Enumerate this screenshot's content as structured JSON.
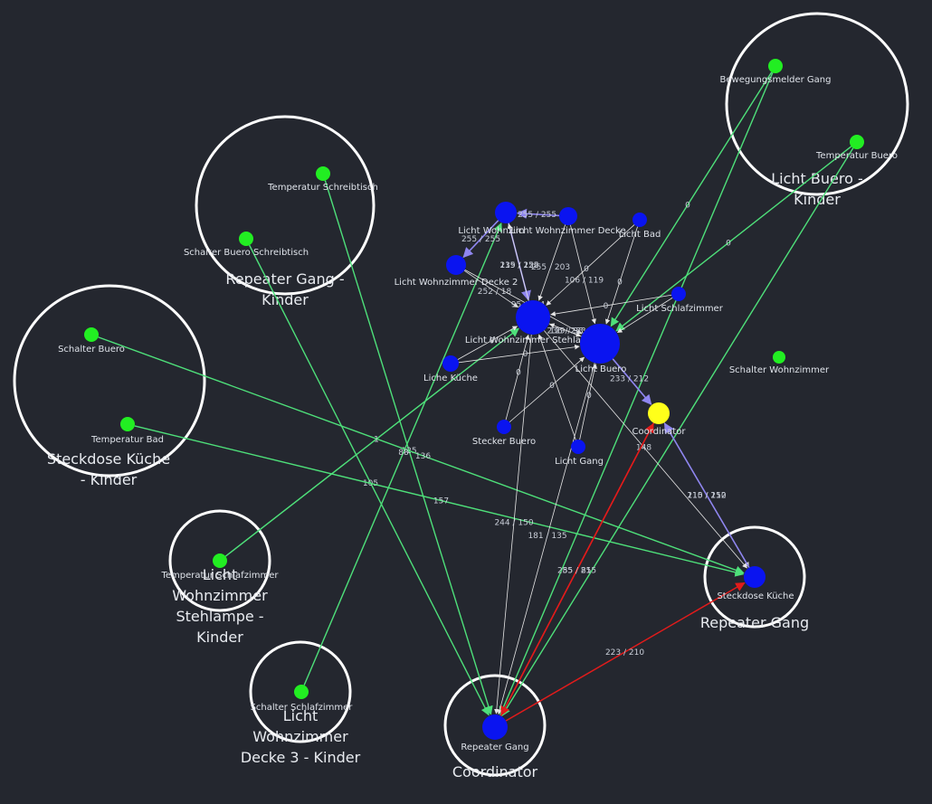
{
  "colors": {
    "background": "#24272f",
    "router": "#0a14f0",
    "end_device": "#22ee22",
    "coordinator": "#ffff1a",
    "edge_green": "#4ee07a",
    "edge_white": "#e6e6e6",
    "edge_purple": "#8f86f0",
    "edge_red": "#e21b1b",
    "group_ring": "#ffffff"
  },
  "groups": [
    {
      "id": "g-buero",
      "label": [
        "Licht Buero -",
        "Kinder"
      ]
    },
    {
      "id": "g-schreib",
      "label": [
        "Repeater Gang -",
        "Kinder"
      ]
    },
    {
      "id": "g-kueche",
      "label": [
        "Steckdose Küche",
        "- Kinder"
      ]
    },
    {
      "id": "g-stehlampe",
      "label": [
        "Licht",
        "Wohnzimmer",
        "Stehlampe -",
        "Kinder"
      ]
    },
    {
      "id": "g-decke3",
      "label": [
        "Licht",
        "Wohnzimmer",
        "Decke 3 - Kinder"
      ]
    },
    {
      "id": "g-coord",
      "label": [
        "Coordinator"
      ]
    },
    {
      "id": "g-repeater",
      "label": [
        "Repeater Gang"
      ]
    }
  ],
  "nodes": [
    {
      "id": "bewegung",
      "label": "Bewegungsmelder Gang",
      "type": "end_device"
    },
    {
      "id": "tempbuero",
      "label": "Temperatur Buero",
      "type": "end_device"
    },
    {
      "id": "tempschreib",
      "label": "Temperatur Schreibtisch",
      "type": "end_device"
    },
    {
      "id": "schaltschreib",
      "label": "Schalter Buero Schreibtisch",
      "type": "end_device"
    },
    {
      "id": "schaltbuero",
      "label": "Schalter Buero",
      "type": "end_device"
    },
    {
      "id": "tempbad",
      "label": "Temperatur Bad",
      "type": "end_device"
    },
    {
      "id": "tempschlaf",
      "label": "Temperatur Schlafzimmer",
      "type": "end_device"
    },
    {
      "id": "schaltschlaf",
      "label": "Schalter Schlafzimmer",
      "type": "end_device"
    },
    {
      "id": "schaltwohn",
      "label": "Schalter Wohnzimmer",
      "type": "end_device"
    },
    {
      "id": "lwz1",
      "label": "Licht Wohnzim",
      "type": "router"
    },
    {
      "id": "lwzdecke",
      "label": "Licht Wohnzimmer Decke",
      "type": "router"
    },
    {
      "id": "lbad",
      "label": "Licht Bad",
      "type": "router"
    },
    {
      "id": "lwzdecke2",
      "label": "Licht Wohnzimmer Decke 2",
      "type": "router"
    },
    {
      "id": "lschlaf",
      "label": "Licht Schlafzimmer",
      "type": "router"
    },
    {
      "id": "lstehlampe",
      "label": "Licht Wohnzimmer Stehlampe",
      "type": "router"
    },
    {
      "id": "lbuero",
      "label": "Licht Buero",
      "type": "router"
    },
    {
      "id": "lkueche",
      "label": "Liche Küche",
      "type": "router"
    },
    {
      "id": "steckbuero",
      "label": "Stecker Buero",
      "type": "router"
    },
    {
      "id": "lgang",
      "label": "Licht Gang",
      "type": "router"
    },
    {
      "id": "coordinator",
      "label": "Coordinator",
      "type": "coordinator"
    },
    {
      "id": "steckkueche",
      "label": "Steckdose Küche",
      "type": "router"
    },
    {
      "id": "repeater",
      "label": "Repeater Gang",
      "type": "router"
    }
  ],
  "edges": [
    {
      "from": "bewegung",
      "to": "lbuero",
      "kind": "green",
      "label": "0"
    },
    {
      "from": "bewegung",
      "to": "repeater",
      "kind": "green",
      "label": ""
    },
    {
      "from": "tempbuero",
      "to": "lbuero",
      "kind": "green",
      "label": "0"
    },
    {
      "from": "tempbuero",
      "to": "repeater",
      "kind": "green",
      "label": ""
    },
    {
      "from": "tempschreib",
      "to": "repeater",
      "kind": "green",
      "label": "125"
    },
    {
      "from": "schaltschreib",
      "to": "repeater",
      "kind": "green",
      "label": "105"
    },
    {
      "from": "schaltbuero",
      "to": "steckkueche",
      "kind": "green",
      "label": "136"
    },
    {
      "from": "tempbad",
      "to": "steckkueche",
      "kind": "green",
      "label": "157"
    },
    {
      "from": "tempschlaf",
      "to": "lstehlampe",
      "kind": "green",
      "label": "1"
    },
    {
      "from": "schaltschlaf",
      "to": "lwz1",
      "kind": "green",
      "label": "88"
    },
    {
      "from": "lwz1",
      "to": "lwzdecke2",
      "kind": "purple",
      "label": "255 / 255"
    },
    {
      "from": "lwz1",
      "to": "lstehlampe",
      "kind": "purple",
      "label": "235 / 255"
    },
    {
      "from": "lwzdecke",
      "to": "lwz1",
      "kind": "purple",
      "label": "255 / 255"
    },
    {
      "from": "lwzdecke",
      "to": "lstehlampe",
      "kind": "white",
      "label": "255 / 203"
    },
    {
      "from": "lwzdecke",
      "to": "lbuero",
      "kind": "white",
      "label": "106 / 119"
    },
    {
      "from": "lwzdecke2",
      "to": "lstehlampe",
      "kind": "white",
      "label": "252 / 18"
    },
    {
      "from": "lwzdecke2",
      "to": "lbuero",
      "kind": "white",
      "label": "95 / 114"
    },
    {
      "from": "lbad",
      "to": "lstehlampe",
      "kind": "white",
      "label": "0"
    },
    {
      "from": "lbad",
      "to": "lbuero",
      "kind": "white",
      "label": "0"
    },
    {
      "from": "lschlaf",
      "to": "lstehlampe",
      "kind": "white",
      "label": "0"
    },
    {
      "from": "lschlaf",
      "to": "lbuero",
      "kind": "white",
      "label": ""
    },
    {
      "from": "lstehlampe",
      "to": "lbuero",
      "kind": "white",
      "label": "119 / 93"
    },
    {
      "from": "lkueche",
      "to": "lstehlampe",
      "kind": "white",
      "label": "0"
    },
    {
      "from": "lkueche",
      "to": "lbuero",
      "kind": "white",
      "label": "0"
    },
    {
      "from": "steckbuero",
      "to": "lstehlampe",
      "kind": "white",
      "label": "0"
    },
    {
      "from": "steckbuero",
      "to": "lbuero",
      "kind": "white",
      "label": "0"
    },
    {
      "from": "lgang",
      "to": "lstehlampe",
      "kind": "white",
      "label": ""
    },
    {
      "from": "lgang",
      "to": "lbuero",
      "kind": "white",
      "label": "0"
    },
    {
      "from": "lbuero",
      "to": "coordinator",
      "kind": "purple",
      "label": "233 / 212"
    },
    {
      "from": "lbuero",
      "to": "lstehlampe",
      "kind": "white",
      "label": "236 / 233"
    },
    {
      "from": "coordinator",
      "to": "steckkueche",
      "kind": "white",
      "label": "115 / 110"
    },
    {
      "from": "steckkueche",
      "to": "coordinator",
      "kind": "purple",
      "label": "210 / 252"
    },
    {
      "from": "lstehlampe",
      "to": "steckkueche",
      "kind": "white",
      "label": "148"
    },
    {
      "from": "lstehlampe",
      "to": "repeater",
      "kind": "white",
      "label": "244 / 150"
    },
    {
      "from": "lbuero",
      "to": "repeater",
      "kind": "white",
      "label": "181 / 135"
    },
    {
      "from": "coordinator",
      "to": "repeater",
      "kind": "red",
      "label": "85 / 81"
    },
    {
      "from": "repeater",
      "to": "coordinator",
      "kind": "red",
      "label": "255 / 255"
    },
    {
      "from": "repeater",
      "to": "steckkueche",
      "kind": "red",
      "label": "223 / 210"
    },
    {
      "from": "lstehlampe",
      "to": "lwz1",
      "kind": "white",
      "label": "119 / 122"
    }
  ]
}
